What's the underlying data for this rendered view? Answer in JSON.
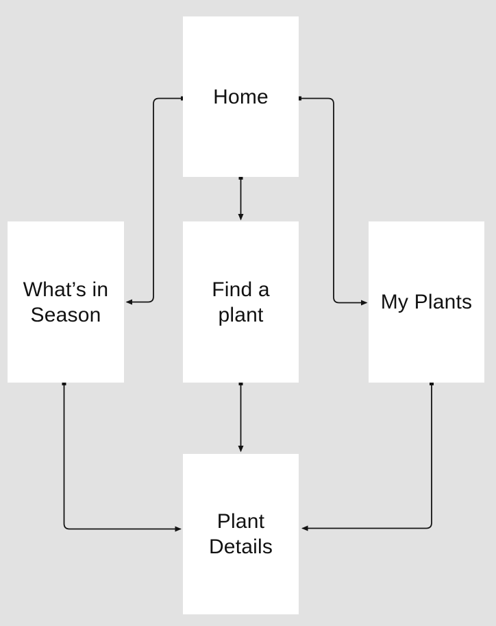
{
  "canvas": {
    "background_color": "#e2e2e2"
  },
  "diagram": {
    "node_fill": "#ffffff",
    "connector_color": "#141414",
    "label_color": "#111111",
    "nodes": {
      "home": {
        "label": "Home"
      },
      "whats_in_season": {
        "label": "What’s in\nSeason"
      },
      "find_a_plant": {
        "label": "Find a\nplant"
      },
      "my_plants": {
        "label": "My Plants"
      },
      "plant_details": {
        "label": "Plant\nDetails"
      }
    },
    "edges": [
      {
        "from": "Home",
        "to": "Find a plant",
        "arrow": "end"
      },
      {
        "from": "Home",
        "to": "What’s in Season",
        "arrow": "end"
      },
      {
        "from": "Home",
        "to": "My Plants",
        "arrow": "end"
      },
      {
        "from": "Find a plant",
        "to": "Plant Details",
        "arrow": "end"
      },
      {
        "from": "What’s in Season",
        "to": "Plant Details",
        "arrow": "end"
      },
      {
        "from": "My Plants",
        "to": "Plant Details",
        "arrow": "end"
      }
    ]
  }
}
